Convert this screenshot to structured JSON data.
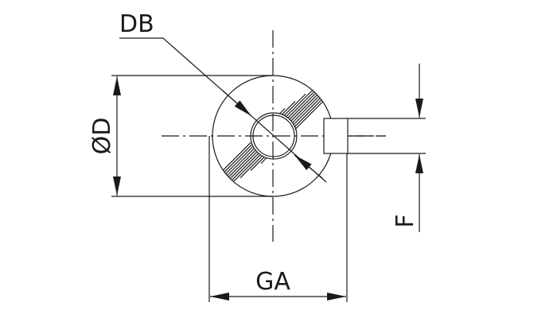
{
  "labels": {
    "db": "DB",
    "diameter": "ØD",
    "ga": "GA",
    "f": "F"
  },
  "colors": {
    "line": "#1a1a1a",
    "background": "#ffffff"
  }
}
